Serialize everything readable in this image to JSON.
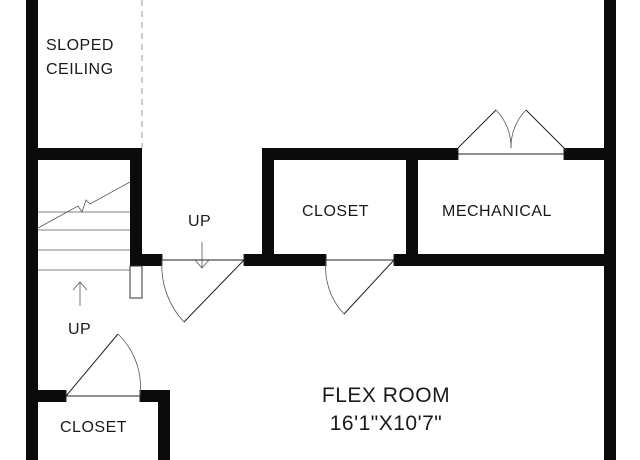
{
  "floorplan": {
    "rooms": {
      "sloped_ceiling": {
        "line1": "SLOPED",
        "line2": "CEILING"
      },
      "closet_center": "CLOSET",
      "mechanical": "MECHANICAL",
      "closet_bottom_left": "CLOSET",
      "flex_room": {
        "name": "FLEX ROOM",
        "dimensions": "16'1\"X10'7\""
      }
    },
    "stairs": {
      "up_center": "UP",
      "up_left": "UP"
    }
  }
}
